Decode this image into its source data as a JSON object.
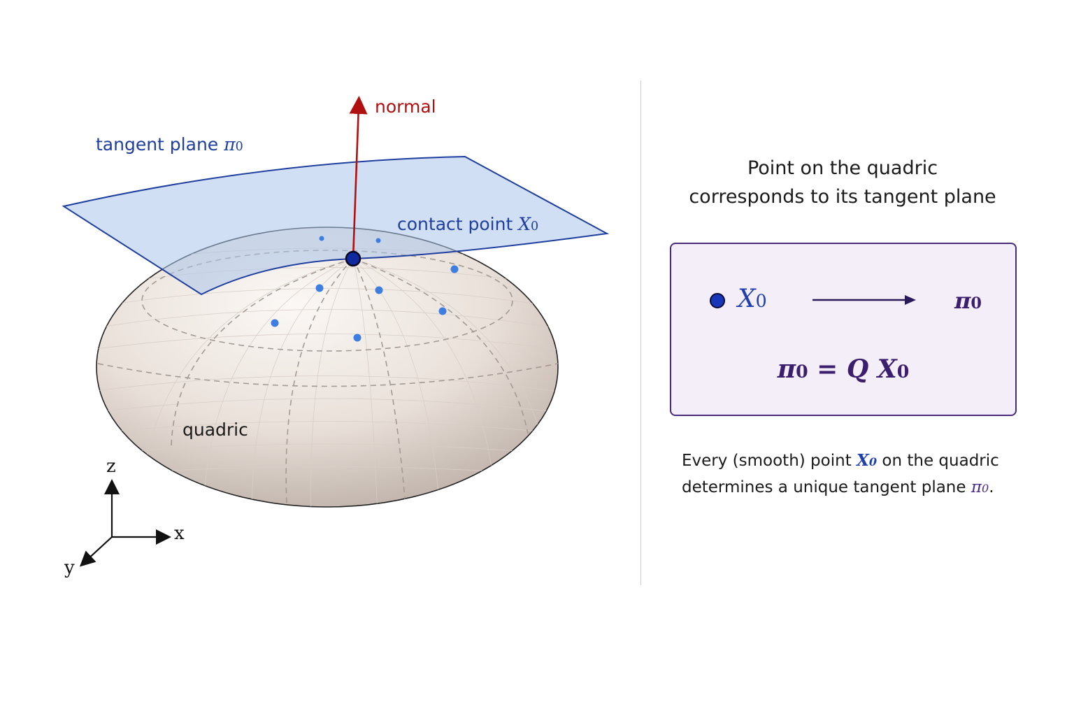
{
  "diagram": {
    "normal_label": "normal",
    "tangent_label_text": "tangent plane ",
    "tangent_label_symbol": "π",
    "tangent_label_sub": "0",
    "contact_label_text": "contact point ",
    "contact_label_symbol": "X",
    "contact_label_sub": "0",
    "quadric_label": "quadric",
    "axes": {
      "x": "x",
      "y": "y",
      "z": "z"
    },
    "colors": {
      "normal": "#b01010",
      "plane_fill": "#aac4ea",
      "plane_stroke": "#1f3f9e",
      "contact_point": "#0f2a9e",
      "sample_points": "#3d7ee0",
      "quadric_fill": "#e8dfd8"
    }
  },
  "panel": {
    "title_line1": "Point on the quadric",
    "title_line2": "corresponds to its tangent plane",
    "map_from_symbol": "X",
    "map_from_sub": "0",
    "map_to_symbol": "π",
    "map_to_sub": "0",
    "equation_lhs_symbol": "π",
    "equation_lhs_sub": "0",
    "equation_op": " = ",
    "equation_rhs_q": "Q",
    "equation_rhs_symbol": "X",
    "equation_rhs_sub": "0",
    "caption_part1": "Every (smooth) point ",
    "caption_sym1": "X",
    "caption_sub1": "0",
    "caption_part2": " on the quadric",
    "caption_part3": "determines a unique tangent plane ",
    "caption_sym2": "π",
    "caption_sub2": "0",
    "caption_end": "."
  }
}
